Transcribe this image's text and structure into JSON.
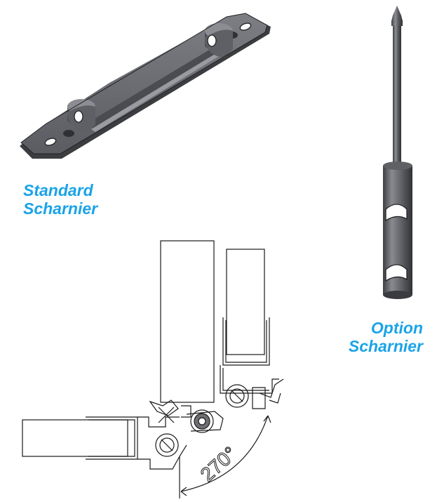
{
  "captions": {
    "standard": {
      "line1": "Standard",
      "line2": "Scharnier"
    },
    "option": {
      "line1": "Option",
      "line2": "Scharnier"
    }
  },
  "diagram": {
    "angle_label": "270°"
  },
  "colors": {
    "caption": "#1aa3e8",
    "metal_dark": "#4a4b4f",
    "metal_mid": "#6f7075",
    "metal_light": "#a9aaae",
    "line": "#1a1a1a"
  }
}
